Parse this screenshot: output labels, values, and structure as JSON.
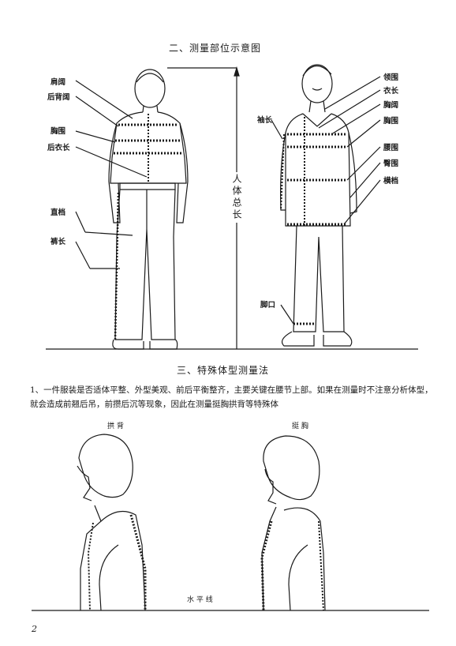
{
  "section2": {
    "title": "二、测量部位示意图"
  },
  "back_figure": {
    "labels": [
      "肩阔",
      "后背阔",
      "胸围",
      "后衣长",
      "直档",
      "裤长"
    ]
  },
  "body_height_label": "人体总长",
  "front_figure": {
    "labels_right": [
      "领围",
      "衣长",
      "胸阔",
      "胸围",
      "腰围",
      "臀围",
      "横档"
    ],
    "label_sleeve": "袖长",
    "label_cuff": "脚口"
  },
  "section3": {
    "title": "三、特殊体型测量法",
    "paragraph": "1、一件服装是否适体平整、外型美观、前后平衡整齐，主要关键在腰节上部。如果在测量时不注意分析体型，就会造成前翘后吊，前攒后沉等现象，因此在测量挺胸拱背等特殊体"
  },
  "figures_bottom": {
    "left_caption": "拱 背",
    "right_caption": "挺 胸",
    "baseline_label": "水 平 线"
  },
  "page_number": "2"
}
